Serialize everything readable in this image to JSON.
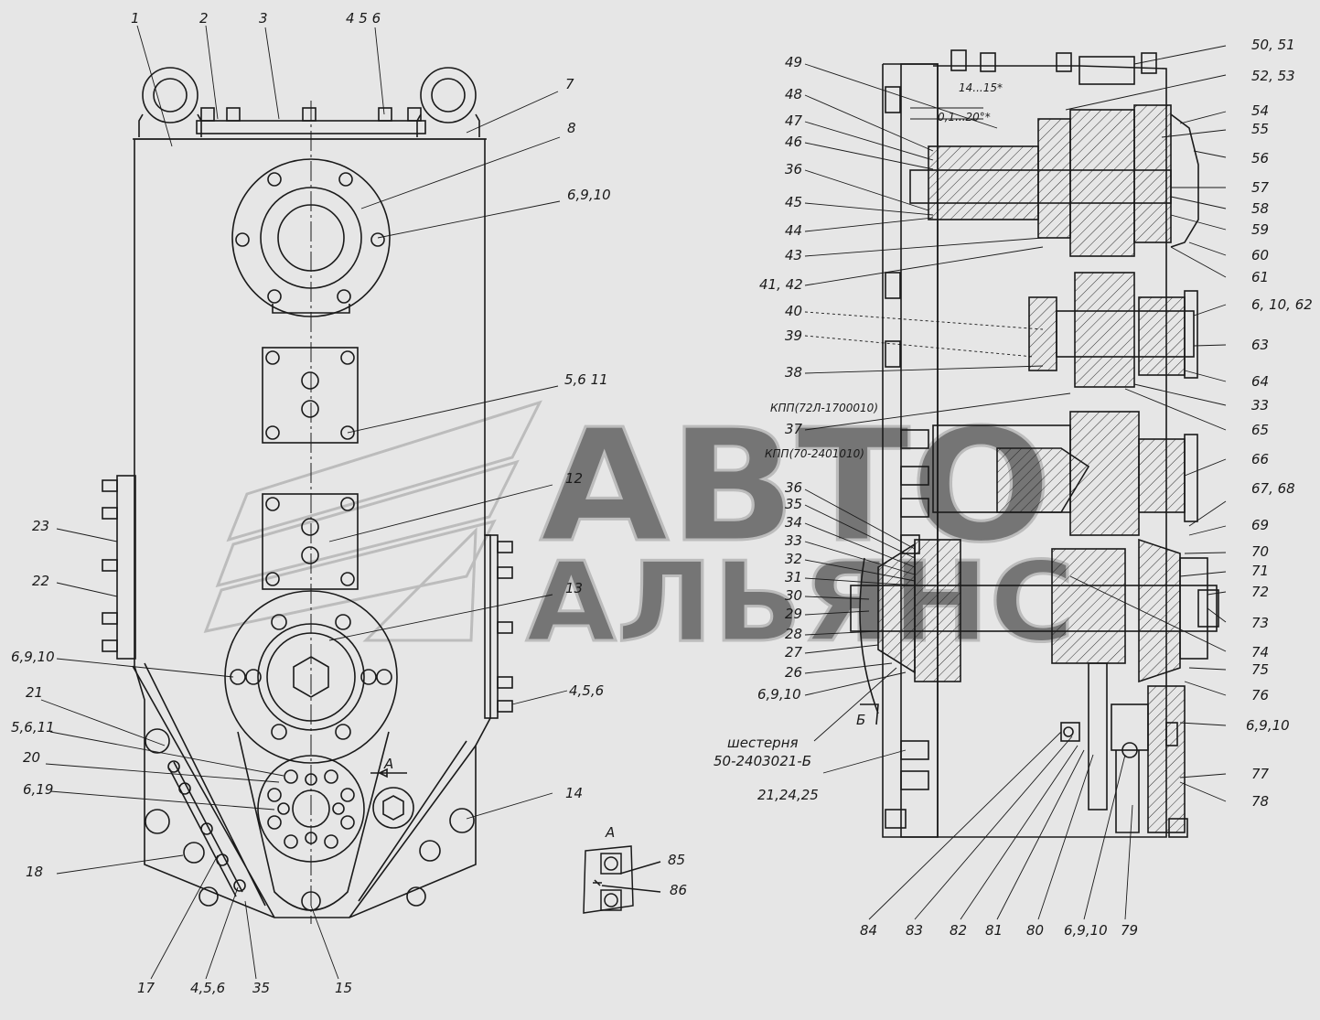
{
  "watermark": {
    "line1": "АВТО",
    "line2": "АЛЬЯНС",
    "color": "#9a9a9a"
  },
  "colors": {
    "background": "#e6e6e6",
    "ink": "#1a1a1a"
  },
  "view_a": {
    "title": "А",
    "callouts": [
      "85",
      "86"
    ]
  },
  "left_callouts": {
    "c1": "1",
    "c2": "2",
    "c3": "3",
    "c456_top": "4 5 6",
    "c7": "7",
    "c8": "8",
    "c6910_a": "6,9,10",
    "c5611_a": "5,6 11",
    "c12": "12",
    "c13": "13",
    "c23": "23",
    "c22": "22",
    "c6910_b": "6,9,10",
    "c21": "21",
    "c5611_b": "5,6,11",
    "c20": "20",
    "c619": "6,19",
    "c18": "18",
    "c17": "17",
    "c456_b": "4,5,6",
    "c35": "35",
    "c15": "15",
    "c14": "14",
    "c456_r": "4,5,6",
    "sec_a": "А"
  },
  "right_left_callouts": {
    "c49": "49",
    "c48": "48",
    "c47": "47",
    "c46": "46",
    "c36a": "36",
    "c45": "45",
    "c44": "44",
    "c43": "43",
    "c4142": "41, 42",
    "c40": "40",
    "c39": "39",
    "c38": "38",
    "c37": "37",
    "c36b": "36",
    "c35": "35",
    "c34": "34",
    "c33": "33",
    "c32": "32",
    "c31": "31",
    "c30": "30",
    "c29": "29",
    "c28": "28",
    "c27": "27",
    "c26": "26",
    "c6910": "6,9,10",
    "gear_line1": "шестерня",
    "gear_line2": "50-2403021-Б",
    "c212425": "21,24,25",
    "sec_b": "Б"
  },
  "right_right_callouts": {
    "c5051": "50, 51",
    "c5253": "52, 53",
    "c54": "54",
    "c55": "55",
    "c56": "56",
    "c57": "57",
    "c58": "58",
    "c59": "59",
    "c60": "60",
    "c61": "61",
    "c61062": "6, 10, 62",
    "c63": "63",
    "c64": "64",
    "c33": "33",
    "c65": "65",
    "c66": "66",
    "c6768": "67, 68",
    "c69": "69",
    "c70": "70",
    "c71": "71",
    "c72": "72",
    "c73": "73",
    "c74": "74",
    "c75": "75",
    "c76": "76",
    "c6910": "6,9,10",
    "c77": "77",
    "c78": "78"
  },
  "bottom_callouts": {
    "c84": "84",
    "c83": "83",
    "c82": "82",
    "c81": "81",
    "c80": "80",
    "c6910": "6,9,10",
    "c79": "79"
  },
  "annotations": {
    "kpp1": "КПП(72Л-1700010)",
    "kpp2": "КПП(70-2401010)",
    "dim1": "14...15*",
    "dim2": "0,1...20°*"
  }
}
